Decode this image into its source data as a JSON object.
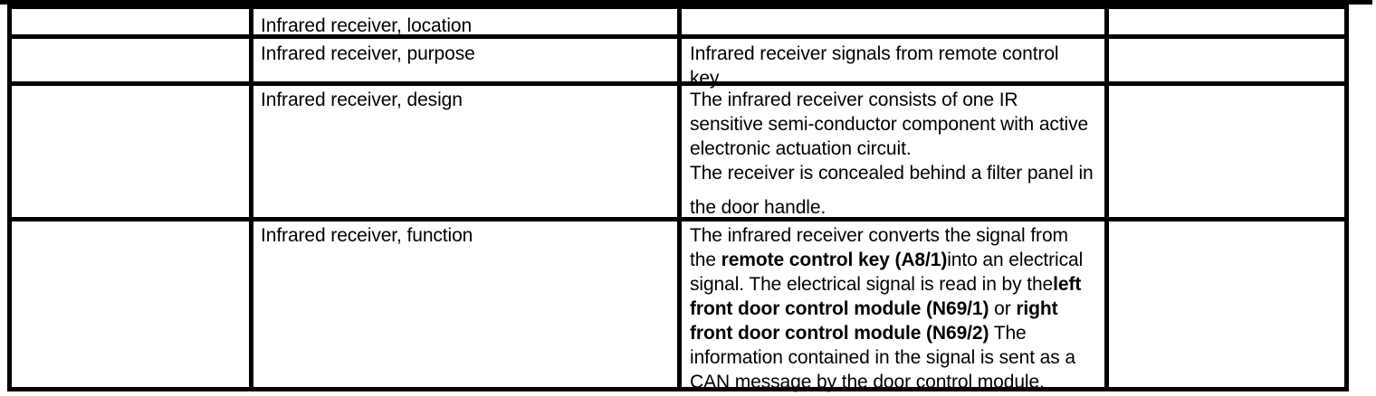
{
  "document": {
    "type": "table",
    "columns": 4,
    "rows": 4,
    "column_headers_visible": false
  },
  "table": {
    "rows": [
      {
        "id": "row-location",
        "col1": "",
        "col2": "Infrared receiver, location",
        "col3_lines": [],
        "col4": ""
      },
      {
        "id": "row-purpose",
        "col1": "",
        "col2": "Infrared receiver, purpose",
        "col3_lines": [
          {
            "runs": [
              {
                "text": "Infrared receiver signals from remote control",
                "bold": false
              }
            ]
          },
          {
            "runs": [
              {
                "text": "key.",
                "bold": false
              }
            ]
          }
        ],
        "col4": ""
      },
      {
        "id": "row-design",
        "col1": "",
        "col2": "Infrared receiver, design",
        "col3_lines": [
          {
            "runs": [
              {
                "text": "The infrared receiver consists of one IR",
                "bold": false
              }
            ]
          },
          {
            "runs": [
              {
                "text": "sensitive semi-conductor component with active",
                "bold": false
              }
            ]
          },
          {
            "runs": [
              {
                "text": "electronic actuation circuit.",
                "bold": false
              }
            ]
          },
          {
            "runs": [
              {
                "text": "The receiver is concealed behind a filter panel in",
                "bold": false
              }
            ]
          },
          {
            "extra_leading": true,
            "runs": [
              {
                "text": "the door handle.",
                "bold": false
              }
            ]
          }
        ],
        "col4": ""
      },
      {
        "id": "row-function",
        "col1": "",
        "col2": "Infrared receiver, function",
        "col3_lines": [
          {
            "runs": [
              {
                "text": "The infrared receiver converts the signal from",
                "bold": false
              }
            ]
          },
          {
            "runs": [
              {
                "text": "the ",
                "bold": false
              },
              {
                "text": "remote control key (A8/1)",
                "bold": true
              },
              {
                "text": "into an electrical",
                "bold": false
              }
            ]
          },
          {
            "runs": [
              {
                "text": "signal. The electrical signal is read in by the",
                "bold": false
              },
              {
                "text": "left",
                "bold": true
              }
            ]
          },
          {
            "runs": [
              {
                "text": "front door control module (N69/1)",
                "bold": true
              },
              {
                "text": " or ",
                "bold": false
              },
              {
                "text": "right",
                "bold": true
              }
            ]
          },
          {
            "runs": [
              {
                "text": "front door control module (N69/2)",
                "bold": true
              },
              {
                "text": " The",
                "bold": false
              }
            ]
          },
          {
            "runs": [
              {
                "text": "information contained in the signal is sent as a",
                "bold": false
              }
            ]
          },
          {
            "runs": [
              {
                "text": "CAN message by the door control module.",
                "bold": false
              }
            ]
          }
        ],
        "col4": ""
      }
    ]
  },
  "colors": {
    "rule": "#000000",
    "text": "#000000",
    "background": "#ffffff"
  }
}
